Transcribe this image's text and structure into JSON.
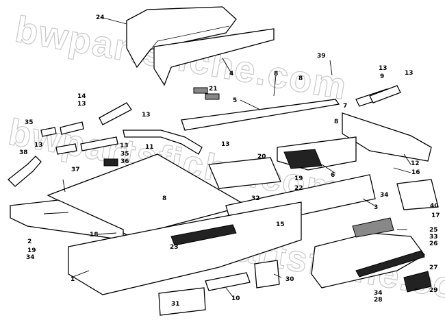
{
  "watermark": "bwpartsfiche.com",
  "callouts": [
    "1",
    "2",
    "3",
    "4",
    "5",
    "6",
    "7",
    "8",
    "9",
    "10",
    "11",
    "12",
    "13",
    "14",
    "15",
    "16",
    "17",
    "18",
    "19",
    "20",
    "21",
    "22",
    "23",
    "24",
    "25",
    "26",
    "27",
    "28",
    "29",
    "30",
    "31",
    "32",
    "33",
    "34",
    "35",
    "36",
    "37",
    "38",
    "39",
    "40"
  ]
}
